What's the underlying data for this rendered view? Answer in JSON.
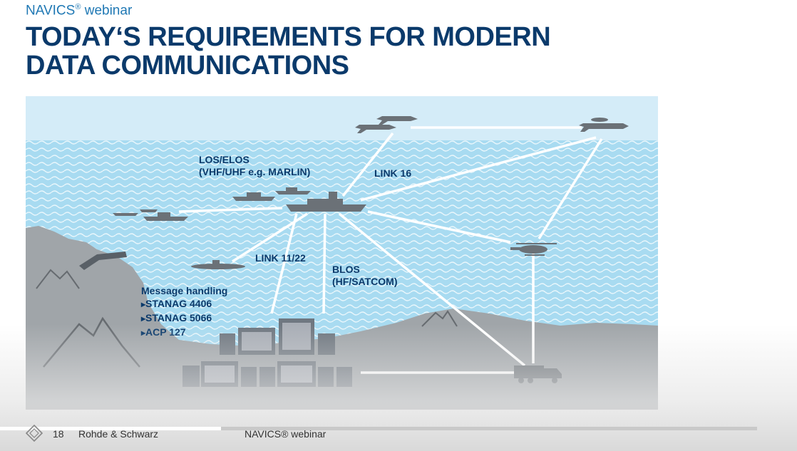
{
  "header": {
    "kicker": "NAVICS",
    "kicker_mark": "®",
    "kicker_suffix": " webinar",
    "title_line1": "TODAY‘S REQUIREMENTS FOR MODERN",
    "title_line2": "DATA COMMUNICATIONS"
  },
  "diagram": {
    "los_line1": "LOS/ELOS",
    "los_line2": "(VHF/UHF e.g. MARLIN)",
    "link16": "LINK 16",
    "link1122": "LINK 11/22",
    "blos_line1": "BLOS",
    "blos_line2": "(HF/SATCOM)",
    "message_title": "Message handling",
    "message_items": [
      "STANAG 4406",
      "STANAG 5066",
      "ACP 127"
    ]
  },
  "footer": {
    "page_number": "18",
    "company": "Rohde & Schwarz",
    "event": "NAVICS® webinar"
  },
  "progress": {
    "fraction": 0.292
  },
  "colors": {
    "title": "#0b3a6b",
    "kicker": "#1f78b4",
    "sky": "#cfe9f6",
    "sea": "#a9dcf2",
    "land": "#9ea3a8",
    "link": "#ffffff"
  }
}
